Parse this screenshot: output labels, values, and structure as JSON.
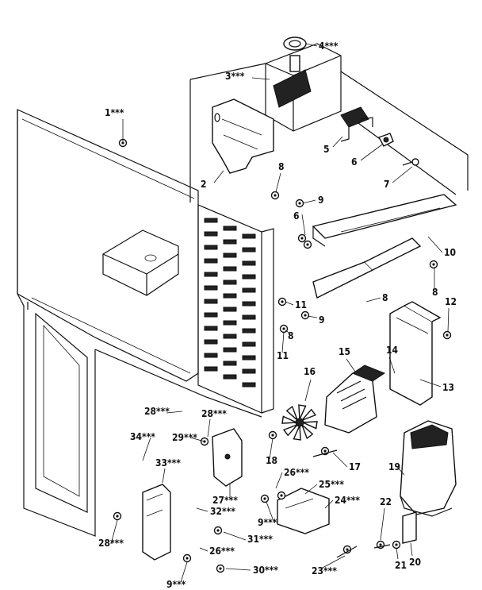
{
  "callouts": [
    {
      "id": "c1",
      "text": "1***"
    },
    {
      "id": "c2",
      "text": "2"
    },
    {
      "id": "c3",
      "text": "3***"
    },
    {
      "id": "c4",
      "text": "4***"
    },
    {
      "id": "c5",
      "text": "5"
    },
    {
      "id": "c6a",
      "text": "6"
    },
    {
      "id": "c6b",
      "text": "6"
    },
    {
      "id": "c7",
      "text": "7"
    },
    {
      "id": "c8a",
      "text": "8"
    },
    {
      "id": "c8b",
      "text": "8"
    },
    {
      "id": "c8c",
      "text": "8"
    },
    {
      "id": "c8d",
      "text": "8"
    },
    {
      "id": "c9a",
      "text": "9"
    },
    {
      "id": "c9b",
      "text": "9"
    },
    {
      "id": "c10",
      "text": "10"
    },
    {
      "id": "c11a",
      "text": "11"
    },
    {
      "id": "c11b",
      "text": "11"
    },
    {
      "id": "c12",
      "text": "12"
    },
    {
      "id": "c13",
      "text": "13"
    },
    {
      "id": "c14",
      "text": "14"
    },
    {
      "id": "c15",
      "text": "15"
    },
    {
      "id": "c16",
      "text": "16"
    },
    {
      "id": "c17",
      "text": "17"
    },
    {
      "id": "c18",
      "text": "18"
    },
    {
      "id": "c19",
      "text": "19"
    },
    {
      "id": "c20",
      "text": "20"
    },
    {
      "id": "c21",
      "text": "21"
    },
    {
      "id": "c22",
      "text": "22"
    },
    {
      "id": "c23",
      "text": "23***"
    },
    {
      "id": "c24",
      "text": "24***"
    },
    {
      "id": "c25",
      "text": "25***"
    },
    {
      "id": "c26a",
      "text": "26***"
    },
    {
      "id": "c26b",
      "text": "26***"
    },
    {
      "id": "c27",
      "text": "27***"
    },
    {
      "id": "c28a",
      "text": "28***"
    },
    {
      "id": "c28b",
      "text": "28***"
    },
    {
      "id": "c28c",
      "text": "28***"
    },
    {
      "id": "c29",
      "text": "29***"
    },
    {
      "id": "c30",
      "text": "30***"
    },
    {
      "id": "c31",
      "text": "31***"
    },
    {
      "id": "c32",
      "text": "32***"
    },
    {
      "id": "c33",
      "text": "33***"
    },
    {
      "id": "c34",
      "text": "34***"
    },
    {
      "id": "c9c",
      "text": "9***"
    },
    {
      "id": "c9d",
      "text": "9***"
    }
  ]
}
